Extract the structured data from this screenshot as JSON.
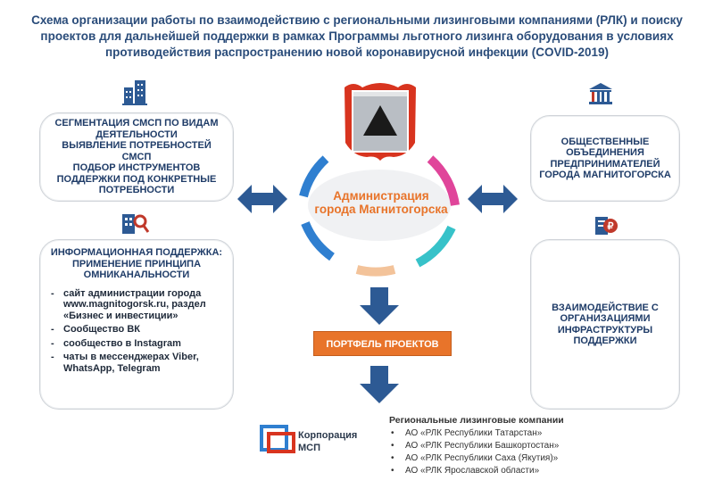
{
  "title": "Схема организации работы по взаимодействию с региональными лизинговыми компаниями (РЛК) и поиску проектов для дальнейшей поддержки в рамках Программы льготного лизинга оборудования в условиях противодействия распространению новой коронавирусной инфекции (COVID-2019)",
  "segmentation_box": {
    "lines": [
      "СЕГМЕНТАЦИЯ СМСП ПО ВИДАМ ДЕЯТЕЛЬНОСТИ",
      "ВЫЯВЛЕНИЕ ПОТРЕБНОСТЕЙ СМСП",
      "ПОДБОР ИНСТРУМЕНТОВ ПОДДЕРЖКИ ПОД КОНКРЕТНЫЕ ПОТРЕБНОСТИ"
    ]
  },
  "public_box": {
    "lines": [
      "ОБЩЕСТВЕННЫЕ ОБЪЕДИНЕНИЯ ПРЕДПРИНИМАТЕЛЕЙ ГОРОДА МАГНИТОГОРСКА"
    ]
  },
  "info_box": {
    "heading": "ИНФОРМАЦИОННАЯ ПОДДЕРЖКА: ПРИМЕНЕНИЕ ПРИНЦИПА ОМНИКАНАЛЬНОСТИ",
    "items": [
      "сайт администрации города www.magnitogorsk.ru, раздел «Бизнес и инвестиции»",
      "Сообщество ВК",
      "сообщество в Instagram",
      "чаты в мессенджерах Viber, WhatsApp, Telegram"
    ]
  },
  "infra_box": {
    "lines": [
      "ВЗАИМОДЕЙСТВИЕ С ОРГАНИЗАЦИЯМИ ИНФРАСТРУКТУРЫ ПОДДЕРЖКИ"
    ]
  },
  "center": {
    "label": "Администрация города Магнитогорска"
  },
  "portfolio_label": "ПОРТФЕЛЬ ПРОЕКТОВ",
  "corporation": {
    "line1": "Корпорация",
    "line2": "МСП"
  },
  "rlk": {
    "title": "Региональные лизинговые компании",
    "items": [
      "АО «РЛК Республики Татарстан»",
      "АО «РЛК Республики Башкортостан»",
      "АО «РЛК Республики Саха (Якутия)»",
      "АО «РЛК Ярославской области»"
    ]
  },
  "colors": {
    "title": "#2a4c7a",
    "box_text": "#1f3c68",
    "arrow": "#2d5a94",
    "accent_orange": "#e8742a",
    "crest_red": "#d8341f",
    "ring_blue": "#2f7fd0",
    "ring_pink": "#e0459a",
    "ring_teal": "#37c2c9",
    "ring_peach": "#f3c39a"
  }
}
